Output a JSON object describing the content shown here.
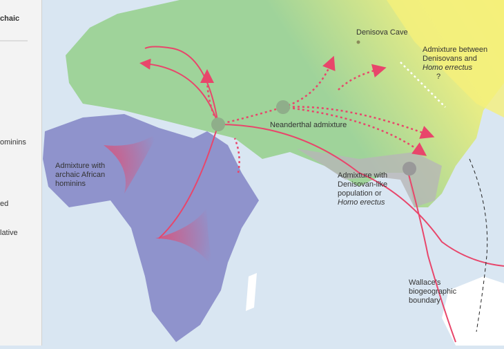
{
  "sidebar": {
    "items": [
      "chaic",
      "ominins",
      "ed",
      "lative"
    ]
  },
  "map": {
    "labels": {
      "denisova_cave": "Denisova Cave",
      "admix_between": [
        "Admixture between",
        "Denisovans and",
        "Homo errectus",
        "?"
      ],
      "neanderthal": "Neanderthal admixture",
      "african": [
        "Admixture with",
        "archaic African",
        "hominins"
      ],
      "denisovan_like": [
        "Admixture with",
        "Denisovan-like",
        "population or",
        "Homo erectus"
      ],
      "wallace": [
        "Wallace's",
        "biogeographic",
        "boundary"
      ]
    },
    "colors": {
      "ocean": "#d9e6f2",
      "africa": "#8f93cc",
      "eurasia_green": "#9fd39a",
      "east_yellow": "#f3ef7a",
      "southeast_gray": "#b7b7b7",
      "arrow": "#e8466b"
    }
  }
}
